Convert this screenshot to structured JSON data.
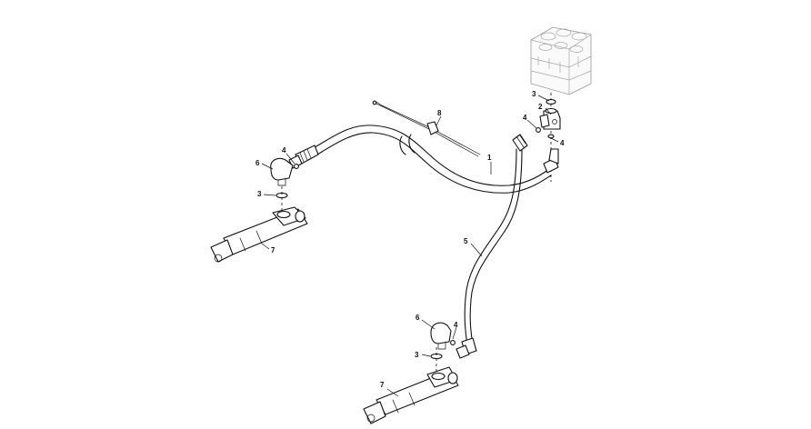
{
  "callouts": [
    {
      "id": "hose-1",
      "text": "1"
    },
    {
      "id": "fitting-2",
      "text": "2"
    },
    {
      "id": "oring-3-valve",
      "text": "3"
    },
    {
      "id": "oring-4-valve-upper",
      "text": "4"
    },
    {
      "id": "oring-4-valve-lower",
      "text": "4"
    },
    {
      "id": "hose-5",
      "text": "5"
    },
    {
      "id": "elbow-6-upper",
      "text": "6"
    },
    {
      "id": "oring-4-upper-cyl",
      "text": "4"
    },
    {
      "id": "oring-3-upper-cyl",
      "text": "3"
    },
    {
      "id": "cylinder-7-upper",
      "text": "7"
    },
    {
      "id": "clip-8",
      "text": "8"
    },
    {
      "id": "elbow-6-lower",
      "text": "6"
    },
    {
      "id": "oring-4-lower-cyl",
      "text": "4"
    },
    {
      "id": "oring-3-lower-cyl",
      "text": "3"
    },
    {
      "id": "cylinder-7-lower",
      "text": "7"
    }
  ]
}
